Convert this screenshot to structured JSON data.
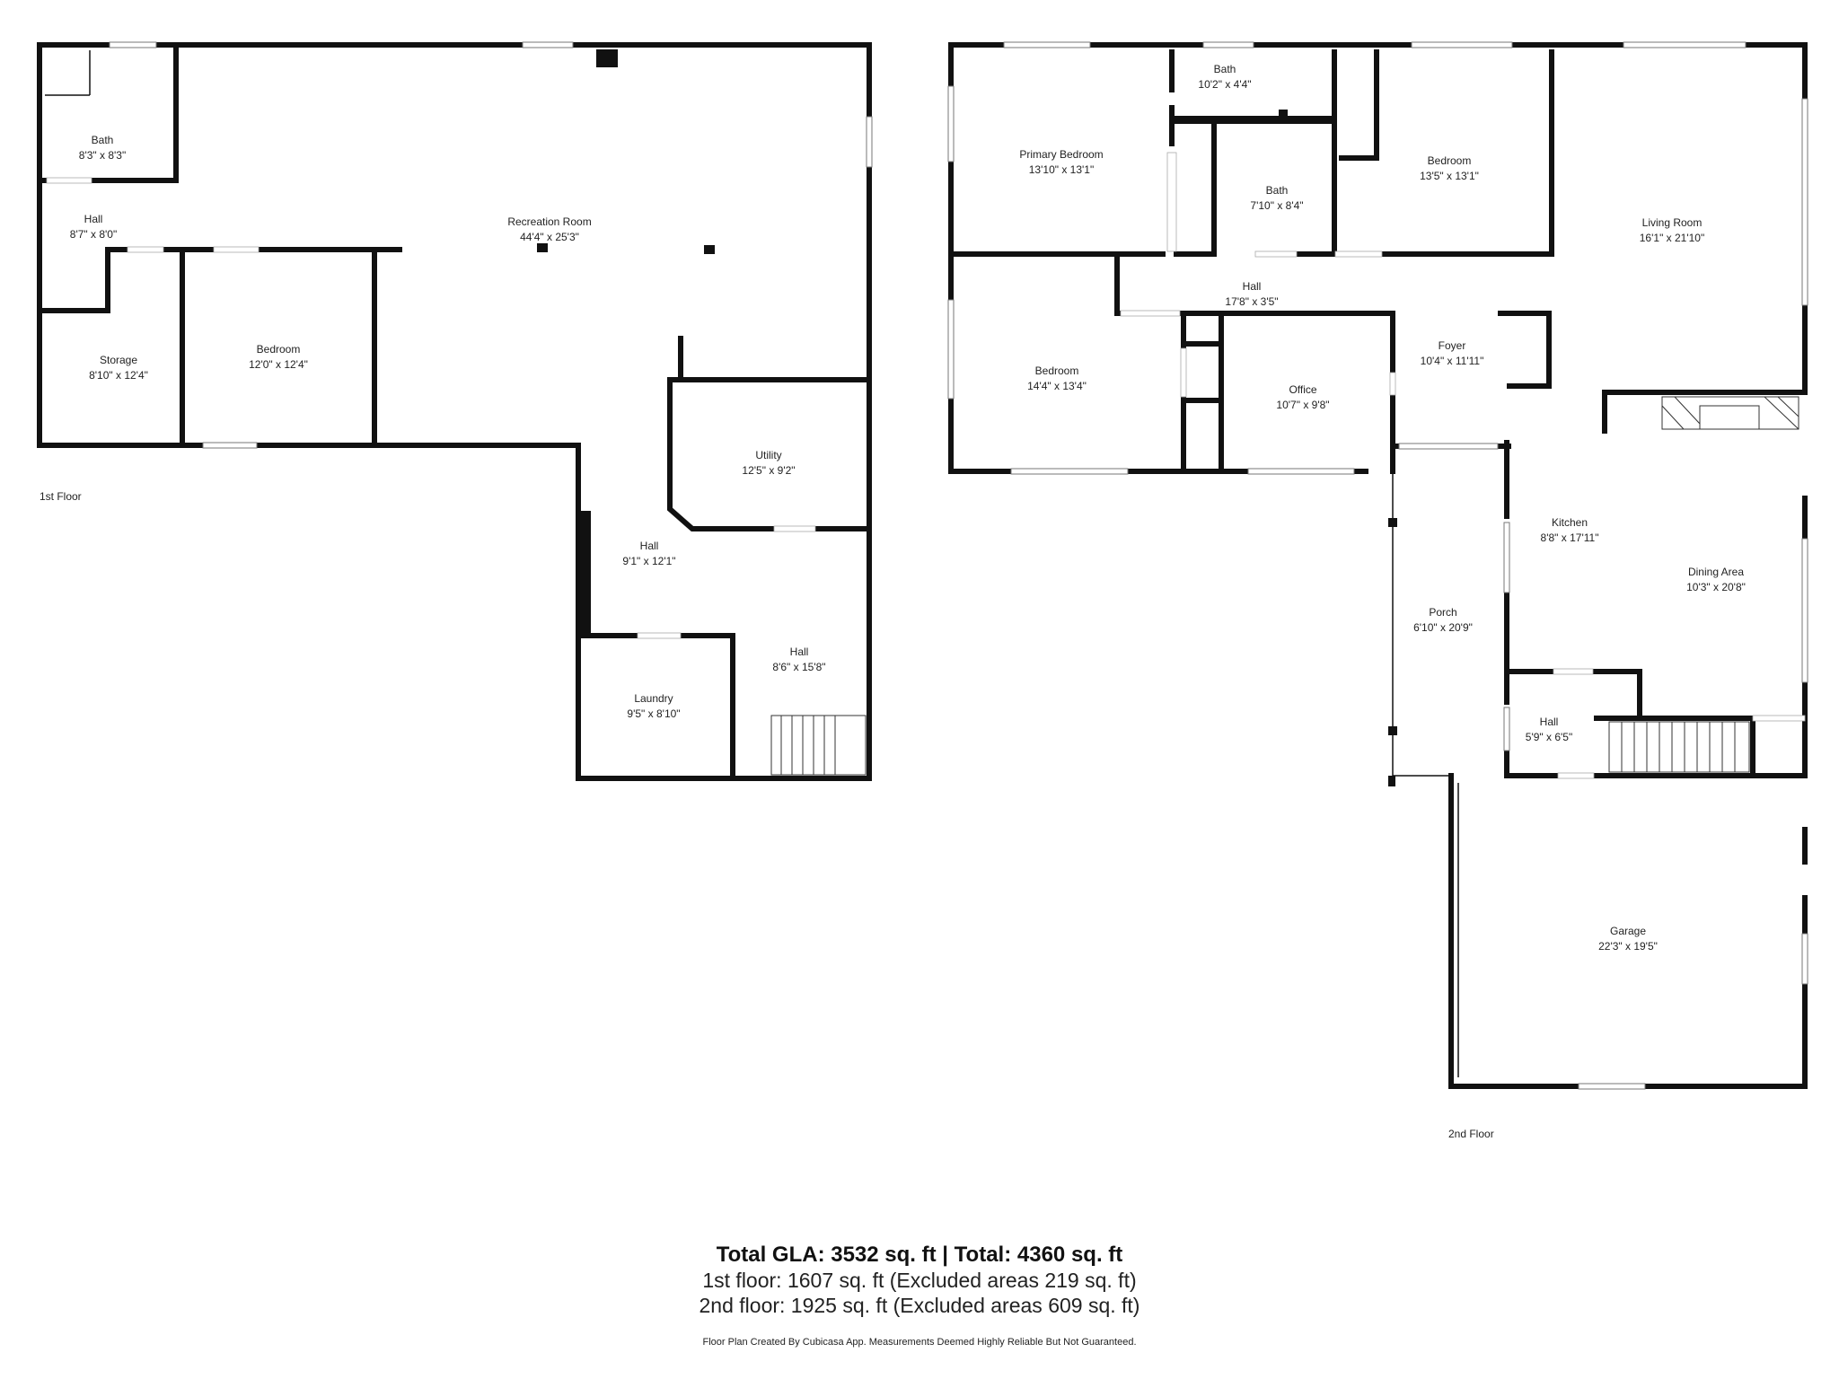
{
  "floor1": {
    "label": "1st Floor",
    "rooms": {
      "bath": {
        "name": "Bath",
        "dims": "8'3\" x 8'3\""
      },
      "hall_a": {
        "name": "Hall",
        "dims": "8'7\" x 8'0\""
      },
      "recreation": {
        "name": "Recreation Room",
        "dims": "44'4\" x 25'3\""
      },
      "storage": {
        "name": "Storage",
        "dims": "8'10\" x 12'4\""
      },
      "bedroom": {
        "name": "Bedroom",
        "dims": "12'0\" x 12'4\""
      },
      "utility": {
        "name": "Utility",
        "dims": "12'5\" x 9'2\""
      },
      "hall_b": {
        "name": "Hall",
        "dims": "9'1\" x 12'1\""
      },
      "laundry": {
        "name": "Laundry",
        "dims": "9'5\" x 8'10\""
      },
      "hall_c": {
        "name": "Hall",
        "dims": "8'6\" x 15'8\""
      }
    }
  },
  "floor2": {
    "label": "2nd Floor",
    "rooms": {
      "primary_bedroom": {
        "name": "Primary Bedroom",
        "dims": "13'10\" x 13'1\""
      },
      "bath_a": {
        "name": "Bath",
        "dims": "10'2\" x 4'4\""
      },
      "bath_b": {
        "name": "Bath",
        "dims": "7'10\" x 8'4\""
      },
      "bedroom_a": {
        "name": "Bedroom",
        "dims": "13'5\" x 13'1\""
      },
      "living": {
        "name": "Living Room",
        "dims": "16'1\" x 21'10\""
      },
      "hall_a": {
        "name": "Hall",
        "dims": "17'8\" x 3'5\""
      },
      "bedroom_b": {
        "name": "Bedroom",
        "dims": "14'4\" x 13'4\""
      },
      "office": {
        "name": "Office",
        "dims": "10'7\" x 9'8\""
      },
      "foyer": {
        "name": "Foyer",
        "dims": "10'4\" x 11'11\""
      },
      "kitchen": {
        "name": "Kitchen",
        "dims": "8'8\" x 17'11\""
      },
      "dining": {
        "name": "Dining Area",
        "dims": "10'3\" x 20'8\""
      },
      "porch": {
        "name": "Porch",
        "dims": "6'10\" x 20'9\""
      },
      "hall_b": {
        "name": "Hall",
        "dims": "5'9\" x 6'5\""
      },
      "garage": {
        "name": "Garage",
        "dims": "22'3\" x 19'5\""
      }
    }
  },
  "summary": {
    "total": "Total GLA: 3532 sq. ft | Total: 4360 sq. ft",
    "floor1": "1st floor: 1607 sq. ft (Excluded areas 219 sq. ft)",
    "floor2": "2nd floor: 1925 sq. ft (Excluded areas 609 sq. ft)"
  },
  "disclaimer": "Floor Plan Created By Cubicasa App. Measurements Deemed Highly Reliable But Not Guaranteed."
}
